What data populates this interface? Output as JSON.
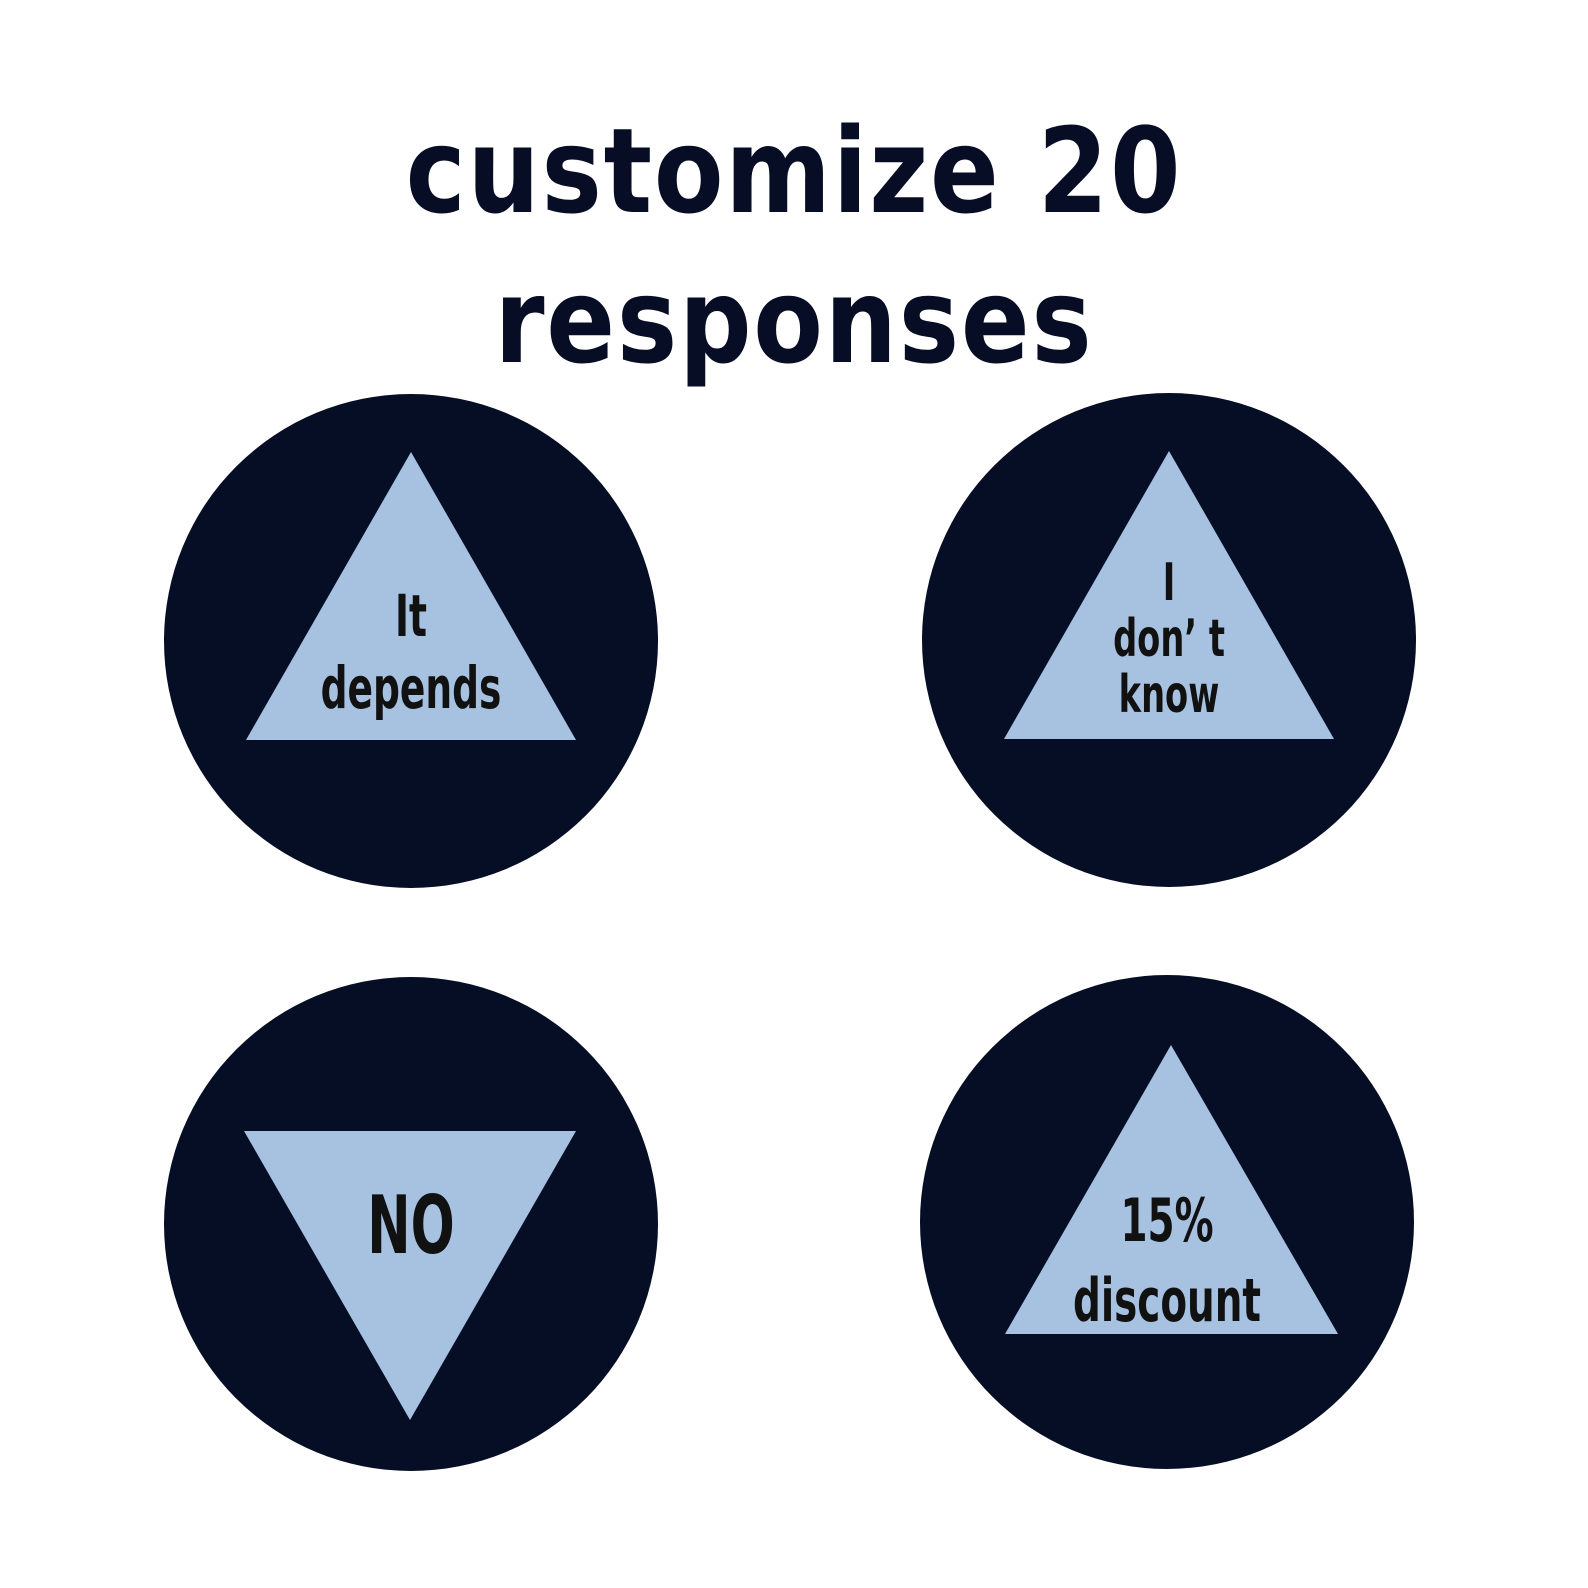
{
  "title": "customize 20 responses",
  "colors": {
    "circle": "#060e26",
    "triangle": "#a7c2e1",
    "title_text": "#060d24",
    "label_text": "#111111",
    "background": "#ffffff"
  },
  "tiles": [
    {
      "label": "It\ndepends",
      "triangle_direction": "up"
    },
    {
      "label": "I\ndon’ t\nknow",
      "triangle_direction": "up"
    },
    {
      "label": "NO",
      "triangle_direction": "down"
    },
    {
      "label": "15%\ndiscount",
      "triangle_direction": "up"
    }
  ]
}
